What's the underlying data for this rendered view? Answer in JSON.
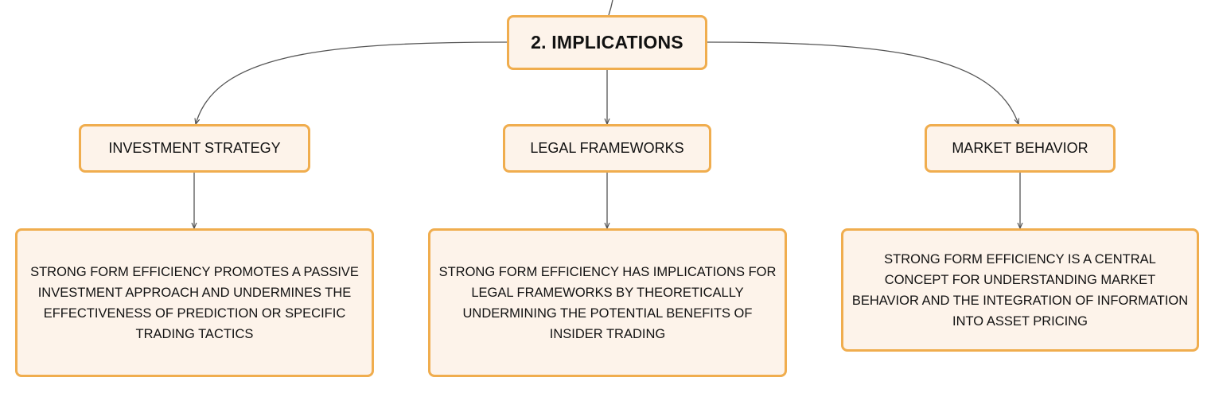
{
  "colors": {
    "node_fill": "#fdf3ea",
    "node_border": "#f0ad4e",
    "connector": "#555555",
    "text": "#111111"
  },
  "root": {
    "label": "2. IMPLICATIONS"
  },
  "branches": [
    {
      "label": "INVESTMENT STRATEGY",
      "description": "STRONG FORM EFFICIENCY PROMOTES A PASSIVE INVESTMENT APPROACH AND UNDERMINES THE EFFECTIVENESS OF PREDICTION OR SPECIFIC TRADING TACTICS"
    },
    {
      "label": "LEGAL FRAMEWORKS",
      "description": "STRONG FORM EFFICIENCY HAS IMPLICATIONS FOR LEGAL FRAMEWORKS BY THEORETICALLY UNDERMINING THE POTENTIAL BENEFITS OF INSIDER TRADING"
    },
    {
      "label": "MARKET BEHAVIOR",
      "description": "STRONG FORM EFFICIENCY IS A CENTRAL CONCEPT FOR UNDERSTANDING MARKET BEHAVIOR AND THE INTEGRATION OF INFORMATION INTO ASSET PRICING"
    }
  ]
}
